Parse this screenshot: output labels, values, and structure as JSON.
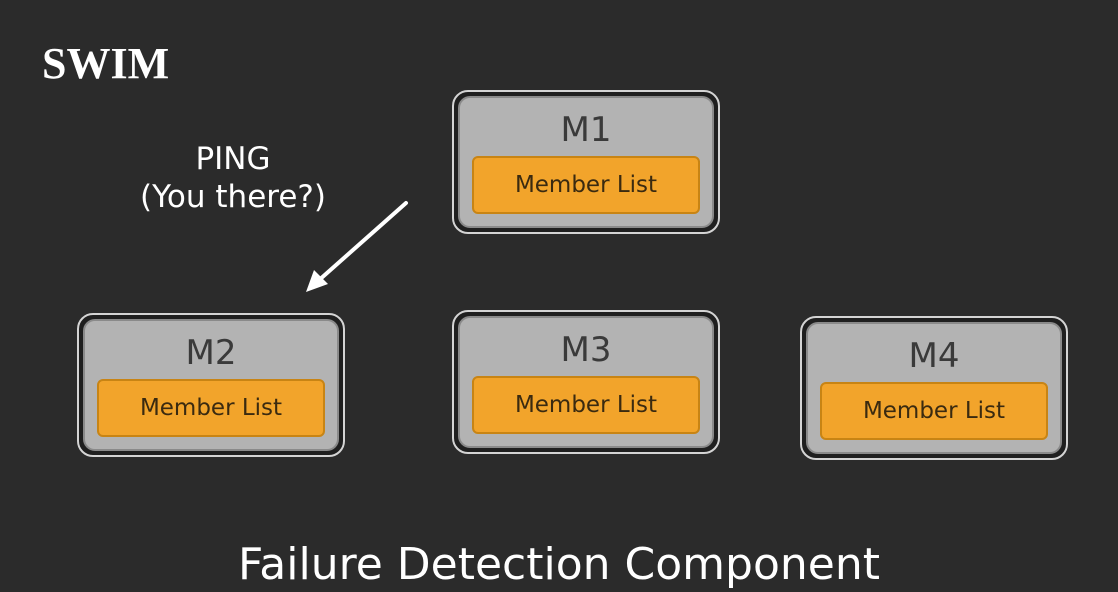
{
  "title": "SWIM",
  "ping_label": {
    "line1": "PING",
    "line2": "(You there?)"
  },
  "members": [
    {
      "name": "M1",
      "list_label": "Member List"
    },
    {
      "name": "M2",
      "list_label": "Member List"
    },
    {
      "name": "M3",
      "list_label": "Member List"
    },
    {
      "name": "M4",
      "list_label": "Member List"
    }
  ],
  "footer": "Failure Detection Component",
  "colors": {
    "background": "#2b2b2b",
    "member_box": "#b3b3b3",
    "member_list": "#f2a42b",
    "text": "#ffffff"
  }
}
